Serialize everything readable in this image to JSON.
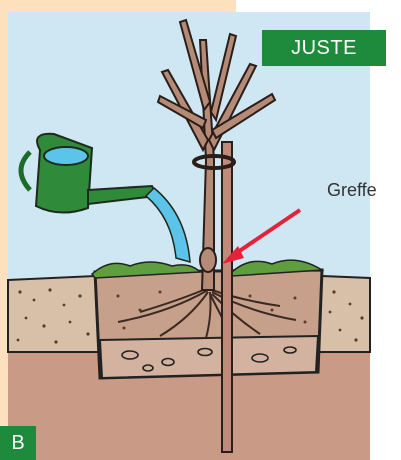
{
  "figure": {
    "status_label": "JUSTE",
    "callout_label": "Greffe",
    "panel_letter": "B"
  },
  "icons": [
    "watering-can-icon",
    "tree-icon",
    "stake-icon",
    "arrow-icon"
  ],
  "colors": {
    "sky": "#cfe6f3",
    "side_panel": "#fde0bd",
    "badge_green": "#1e8a3c",
    "arrow_red": "#e5223a",
    "can_green": "#2f8a3a",
    "water_blue": "#5cc4e8",
    "soil": "#c89a84",
    "soil_light": "#d8c0a8",
    "subsoil": "#c99a86",
    "grass": "#5f9e3e",
    "trunk": "#b58b78"
  }
}
